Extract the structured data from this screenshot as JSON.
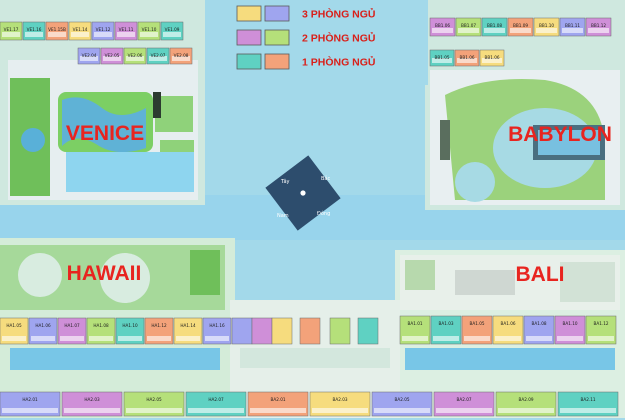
{
  "legend": [
    {
      "label": "3 PHÒNG NGỦ",
      "colors": [
        "#f6dc7e",
        "#9fa5ef"
      ]
    },
    {
      "label": "2 PHÒNG NGỦ",
      "colors": [
        "#cf8fd8",
        "#b5e07a"
      ]
    },
    {
      "label": "1 PHÒNG NGỦ",
      "colors": [
        "#5fd1c2",
        "#f3a27a"
      ]
    }
  ],
  "zones": {
    "venice": "VENICE",
    "babylon": "BABYLON",
    "hawaii": "HAWAII",
    "bali": "BALI"
  },
  "compass": {
    "north": "Bắc",
    "south": "Nam",
    "east": "Đông",
    "west": "Tây"
  },
  "units": {
    "venice_top": [
      "VE1.17",
      "VE1.16",
      "VE1.15B",
      "VE1.14",
      "VE1.12",
      "VE1.11",
      "VE1.10",
      "VE1.09"
    ],
    "venice_mid": [
      "VE2.04",
      "VE2.05",
      "VE2.06",
      "VE2.07",
      "VE2.08"
    ],
    "babylon_top": [
      "BB1.06",
      "BB1.07",
      "BB1.08",
      "BB1.09",
      "BB1.10",
      "BB1.11",
      "BB1.12"
    ],
    "babylon_mid": [
      "BB1.05",
      "BB1.06",
      "BB1.06"
    ],
    "hawaii_row": [
      "HA1.05",
      "HA1.06",
      "HA1.07",
      "HA1.08",
      "HA1.10",
      "HA1.12",
      "HA1.14",
      "HA1.16"
    ],
    "bali_row": [
      "BA1.01",
      "BA1.03",
      "BA1.05",
      "BA1.06",
      "BA1.08",
      "BA1.10",
      "BA1.12"
    ],
    "bottom_row": [
      "HA2.01",
      "HA2.03",
      "HA2.05",
      "HA2.07",
      "BA2.01",
      "BA2.03",
      "BA2.05",
      "BA2.07",
      "BA2.09",
      "BA2.11"
    ]
  },
  "colors": {
    "water": "#9fd6e8",
    "lawn": "#7cc576",
    "label_red": "#e8241f",
    "compass_body": "#2d4d6d"
  }
}
